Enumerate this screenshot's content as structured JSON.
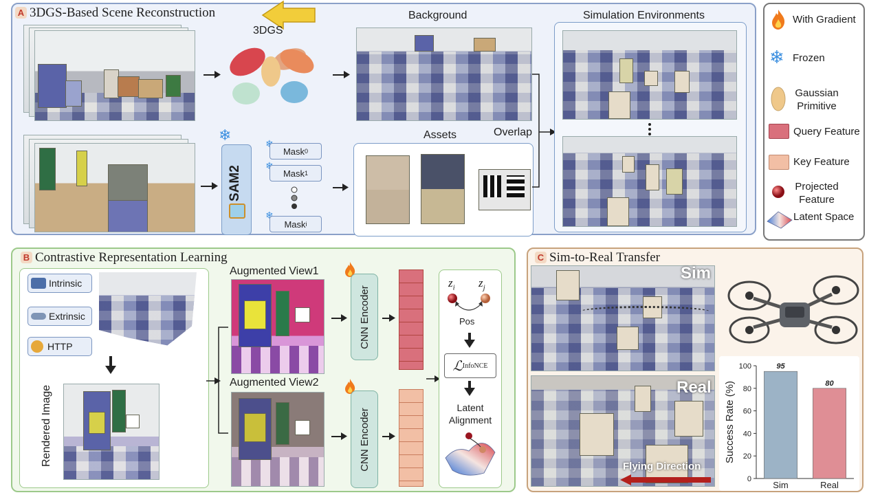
{
  "panel_a": {
    "badge": "A",
    "title": "3DGS-Based Scene Reconstruction",
    "gs_label": "3DGS",
    "sam_label": "SAM2",
    "masks": [
      {
        "base": "Mask",
        "sub": "0"
      },
      {
        "base": "Mask",
        "sub": "1"
      },
      {
        "base": "Mask",
        "sub": "i"
      }
    ],
    "background_label": "Background",
    "assets_label": "Assets",
    "overlap_label": "Overlap",
    "sim_env_label": "Simulation Environments"
  },
  "legend": {
    "items": [
      {
        "icon": "flame-icon",
        "label": "With Gradient"
      },
      {
        "icon": "snowflake-icon",
        "label": "Frozen"
      },
      {
        "icon": "gaussian-primitive-icon",
        "label": "Gaussian Primitive"
      },
      {
        "icon": "query-feature-swatch",
        "label": "Query Feature"
      },
      {
        "icon": "key-feature-swatch",
        "label": "Key Feature"
      },
      {
        "icon": "projected-feature-dot",
        "label": "Projected Feature"
      },
      {
        "icon": "latent-space-icon",
        "label": "Latent Space"
      }
    ]
  },
  "panel_b": {
    "badge": "B",
    "title": "Contrastive Representation Learning",
    "params": [
      "Intrinsic",
      "Extrinsic",
      "HTTP"
    ],
    "rendered_label": "Rendered Image",
    "view1_label": "Augmented View1",
    "view2_label": "Augmented View2",
    "encoder_label": "CNN Encoder",
    "zi": "z",
    "zi_sub": "i",
    "zj": "z",
    "zj_sub": "j",
    "pos_label": "Pos",
    "loss_base": "ℒ",
    "loss_sub": "InfoNCE",
    "alignment_label": "Latent Alignment"
  },
  "panel_c": {
    "badge": "C",
    "title": "Sim-to-Real Transfer",
    "sim_label": "Sim",
    "real_label": "Real",
    "flying_label": "Flying Direction"
  },
  "chart_data": {
    "type": "bar",
    "categories": [
      "Sim",
      "Real"
    ],
    "values": [
      95,
      80
    ],
    "ylabel": "Success Rate (%)",
    "ylim": [
      0,
      100
    ],
    "yticks": [
      0,
      20,
      40,
      60,
      80,
      100
    ],
    "colors": [
      "#9cb3c6",
      "#df8e95"
    ]
  },
  "colors": {
    "panel_a_border": "#8aa0c8",
    "panel_a_bg": "#eef2fa",
    "panel_b_border": "#9cc98a",
    "panel_b_bg": "#f1f8ec",
    "panel_c_border": "#c7a27c",
    "panel_c_bg": "#fbf3ea",
    "query_feature": "#d9707c",
    "key_feature": "#f2bfa5"
  }
}
